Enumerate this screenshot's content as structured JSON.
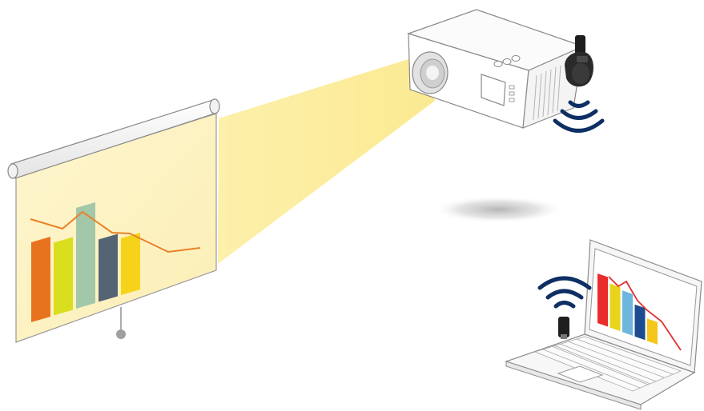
{
  "scene": {
    "background": "#ffffff",
    "beam_color": "#fbeea0",
    "screen_fill": "#fdf2c0",
    "wave_color": "#0e2f63",
    "screen_bars": [
      {
        "color": "#e8731e",
        "value": 100
      },
      {
        "color": "#d9de1e",
        "value": 91
      },
      {
        "color": "#a3c7a9",
        "value": 126
      },
      {
        "color": "#546474",
        "value": 78
      },
      {
        "color": "#f6d31a",
        "value": 71
      }
    ],
    "laptop_bars": [
      {
        "color": "#ea2c2c",
        "value": 62
      },
      {
        "color": "#e8d41c",
        "value": 55
      },
      {
        "color": "#6db7de",
        "value": 52
      },
      {
        "color": "#1d4b8f",
        "value": 40
      },
      {
        "color": "#f5c71a",
        "value": 28
      }
    ]
  }
}
